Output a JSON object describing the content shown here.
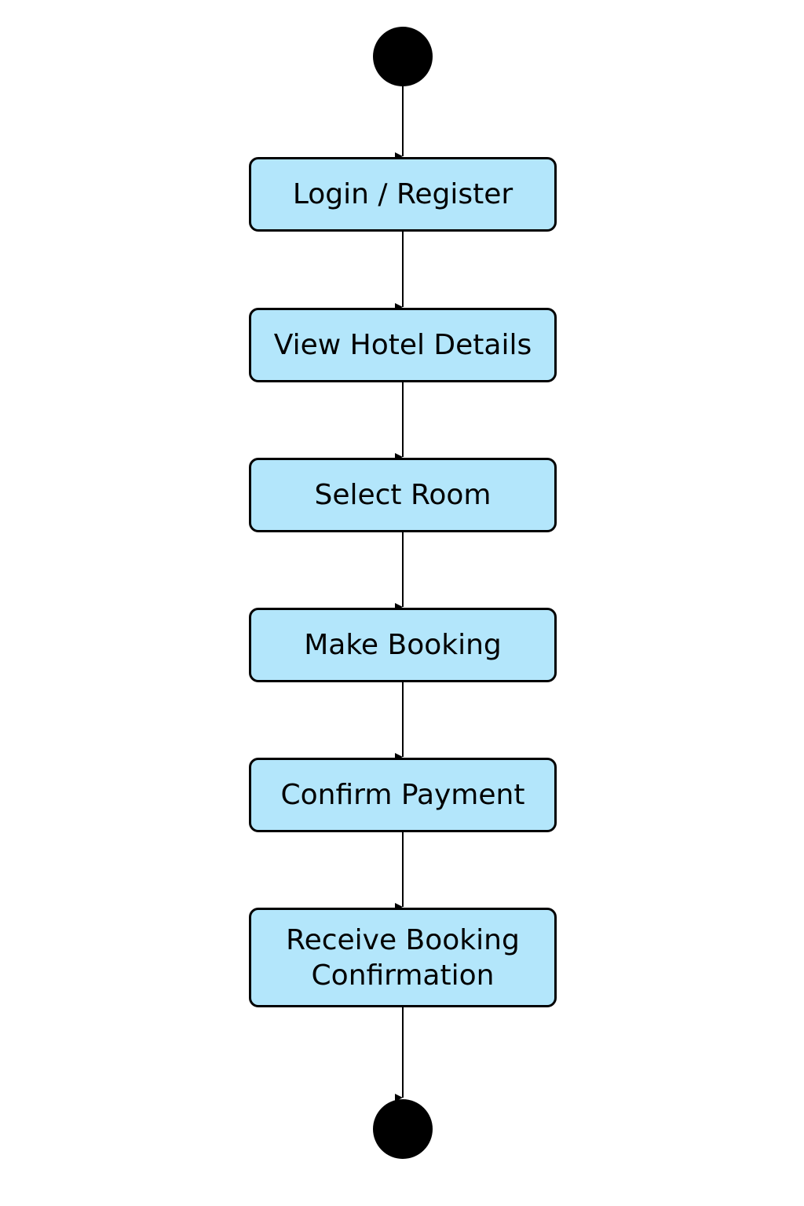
{
  "diagram": {
    "type": "activity-flowchart",
    "colors": {
      "node_fill": "#b3e6fb",
      "stroke": "#000000",
      "background": "#ffffff"
    },
    "start": {
      "shape": "filled-circle"
    },
    "end": {
      "shape": "filled-circle"
    },
    "steps": [
      {
        "label": "Login / Register"
      },
      {
        "label": "View Hotel Details"
      },
      {
        "label": "Select Room"
      },
      {
        "label": "Make Booking"
      },
      {
        "label": "Confirm Payment"
      },
      {
        "label": "Receive Booking\nConfirmation"
      }
    ]
  }
}
